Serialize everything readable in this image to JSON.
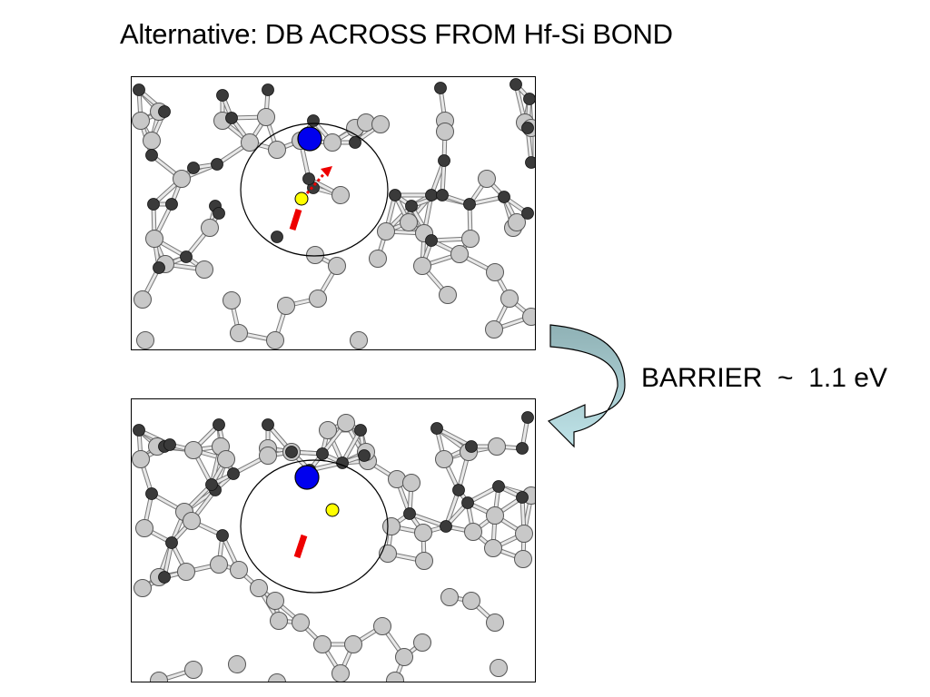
{
  "slide": {
    "title": "Alternative: DB ACROSS FROM Hf-Si BOND",
    "barrier_label": "BARRIER  ~  1.1 eV"
  },
  "colors": {
    "silicon": "#c8c8c8",
    "oxygen": "#3a3a3a",
    "hafnium": "#0000ee",
    "hydrogen": "#ffff00",
    "dangling_bond": "#ee0000",
    "bond": "#b5b5b5",
    "arrow_fill": "#93b8bd",
    "arrow_fill_light": "#b6dde2"
  },
  "panels": [
    {
      "id": "initial-state",
      "hop_arrow": true
    },
    {
      "id": "final-state",
      "hop_arrow": false
    }
  ]
}
